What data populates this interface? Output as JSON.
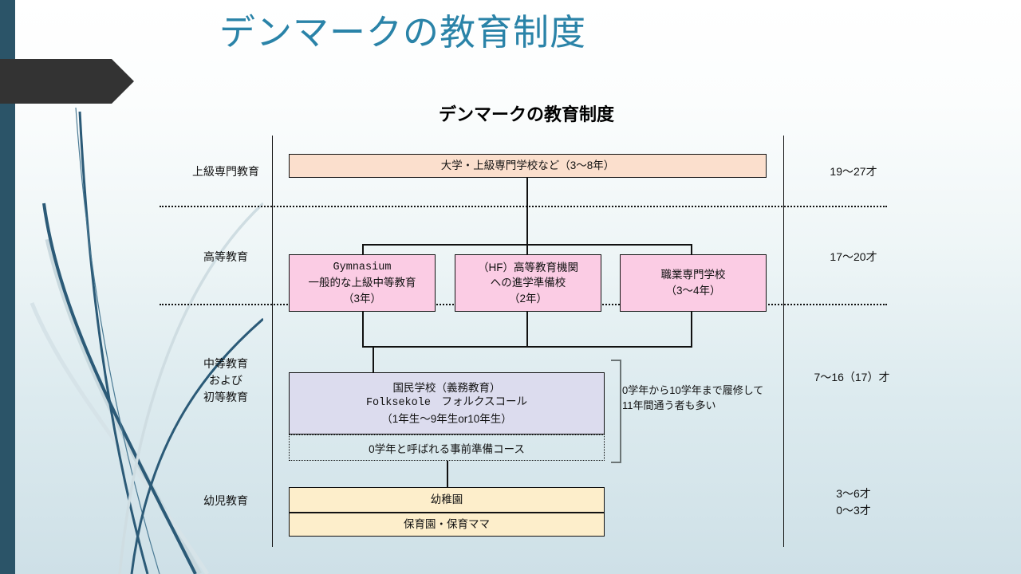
{
  "slide": {
    "title": "デンマークの教育制度",
    "title_color": "#2a83a8",
    "background_top": "#ffffff",
    "background_bottom": "#cee0e7",
    "accent_bar_color": "#2b5468",
    "arrow_color": "#333333"
  },
  "chart_data": {
    "type": "diagram",
    "title": "デンマークの教育制度",
    "stage_labels": [
      "上級専門教育",
      "高等教育",
      "中等教育\nおよび\n初等教育",
      "幼児教育"
    ],
    "age_labels": [
      "19〜27才",
      "17〜20才",
      "7〜16（17）才",
      "3〜6才\n0〜3才"
    ],
    "nodes": [
      {
        "id": "university",
        "label": "大学・上級専門学校など（3〜8年）",
        "color": "#fbdfcd",
        "level": "上級専門教育",
        "age": "19〜27才"
      },
      {
        "id": "gymnasium",
        "label": "Gymnasium\n一般的な上級中等教育\n（3年）",
        "color": "#fbcce4",
        "level": "高等教育",
        "age": "17〜20才"
      },
      {
        "id": "hf",
        "label": "（HF）高等教育機関\nへの進学準備校\n（2年）",
        "color": "#fbcce4",
        "level": "高等教育",
        "age": "17〜20才"
      },
      {
        "id": "vocational",
        "label": "職業専門学校\n（3〜4年）",
        "color": "#fbcce4",
        "level": "高等教育",
        "age": "17〜20才"
      },
      {
        "id": "folkeskole",
        "label": "国民学校（義務教育）\nFolksekole　フォルクスコール\n（1年生〜9年生or10年生）",
        "color": "#dcdcee",
        "level": "中等教育および初等教育",
        "age": "7〜16（17）才"
      },
      {
        "id": "grade-zero",
        "label": "0学年と呼ばれる事前準備コース",
        "color": "transparent",
        "level": "中等教育および初等教育",
        "age": "7〜16（17）才"
      },
      {
        "id": "kindergarten",
        "label": "幼稚園",
        "color": "#fdeecb",
        "level": "幼児教育",
        "age": "3〜6才"
      },
      {
        "id": "nursery",
        "label": "保育園・保育ママ",
        "color": "#fdeecb",
        "level": "幼児教育",
        "age": "0〜3才"
      }
    ],
    "annotation": "0学年から10学年まで履修して11年間通う者も多い"
  },
  "boxes": {
    "university": "大学・上級専門学校など（3〜8年）",
    "gymnasium_line1": "Gymnasium",
    "gymnasium_line2": "一般的な上級中等教育",
    "gymnasium_line3": "（3年）",
    "hf_line1": "（HF）高等教育機関",
    "hf_line2": "への進学準備校",
    "hf_line3": "（2年）",
    "vocational_line1": "職業専門学校",
    "vocational_line2": "（3〜4年）",
    "folkeskole_line1": "国民学校（義務教育）",
    "folkeskole_line2": "Folksekole　フォルクスコール",
    "folkeskole_line3": "（1年生〜9年生or10年生）",
    "grade_zero": "0学年と呼ばれる事前準備コース",
    "kindergarten": "幼稚園",
    "nursery": "保育園・保育ママ"
  },
  "stages": {
    "s1": "上級専門教育",
    "s2": "高等教育",
    "s3_line1": "中等教育",
    "s3_line2": "および",
    "s3_line3": "初等教育",
    "s4": "幼児教育"
  },
  "ages": {
    "a1": "19〜27才",
    "a2": "17〜20才",
    "a3": "7〜16（17）才",
    "a4_line1": "3〜6才",
    "a4_line2": "0〜3才"
  },
  "annotation": {
    "text": "0学年から10学年まで履修して11年間通う者も多い"
  }
}
